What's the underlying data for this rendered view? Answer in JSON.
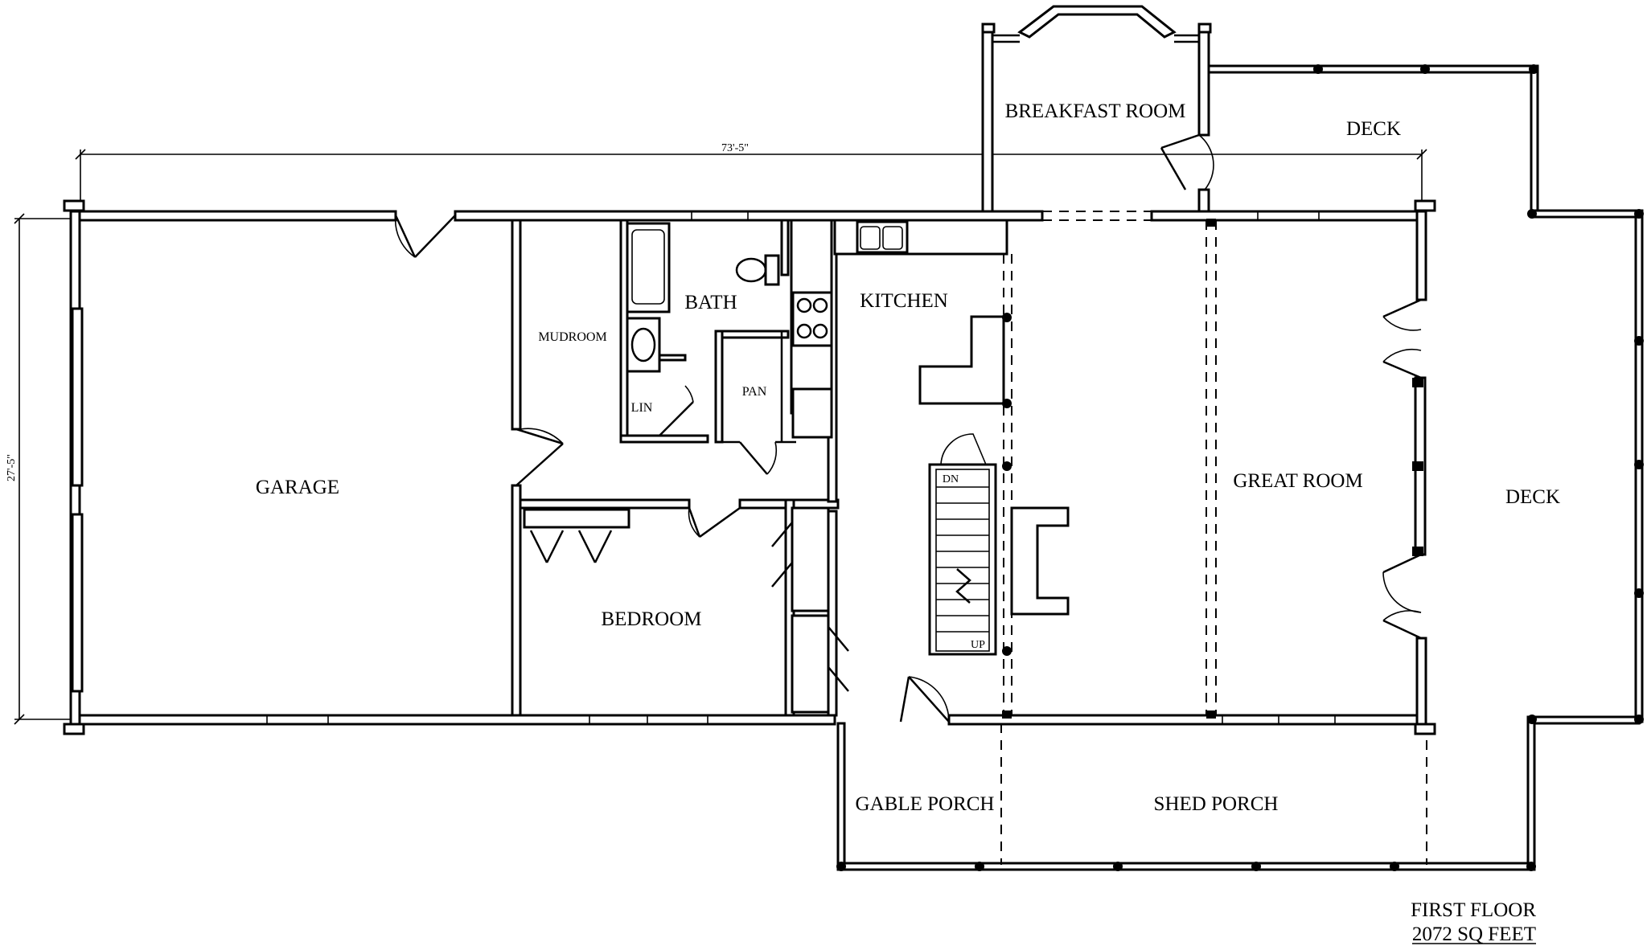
{
  "rooms": {
    "breakfast_room": "BREAKFAST ROOM",
    "deck_top": "DECK",
    "deck_right": "DECK",
    "garage": "GARAGE",
    "mudroom": "MUDROOM",
    "bath": "BATH",
    "lin": "LIN",
    "pan": "PAN",
    "kitchen": "KITCHEN",
    "great_room": "GREAT ROOM",
    "bedroom": "BEDROOM",
    "gable_porch": "GABLE PORCH",
    "shed_porch": "SHED PORCH"
  },
  "stairs": {
    "down": "DN",
    "up": "UP"
  },
  "dimensions": {
    "width": "73'-5\"",
    "depth": "27'-5\""
  },
  "caption": {
    "floor": "FIRST FLOOR",
    "area": "2072 SQ FEET"
  }
}
